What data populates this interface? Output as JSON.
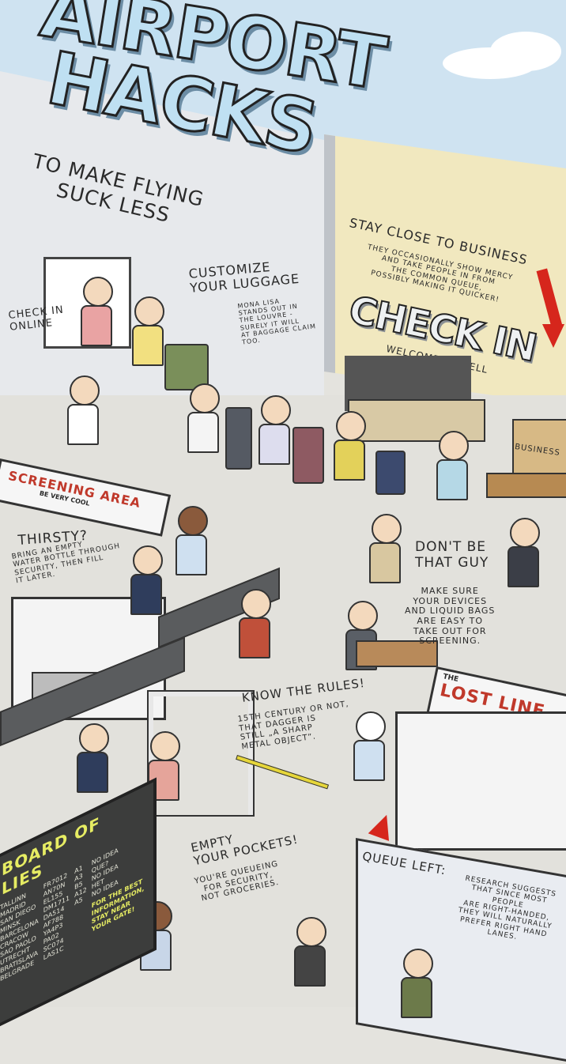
{
  "title": {
    "line1": "AIRPORT",
    "line2": "HACKS",
    "subtitle": "TO MAKE FLYING\nSUCK LESS"
  },
  "tips": {
    "check_in_online": "CHECK IN\nONLINE",
    "customize_luggage": {
      "heading": "CUSTOMIZE\nYOUR LUGGAGE",
      "body": "MONA LISA\nSTANDS OUT IN\nTHE LOUVRE -\nSURELY IT WILL\nAT BAGGAGE CLAIM\nTOO."
    },
    "stay_close": {
      "heading": "STAY CLOSE TO BUSINESS",
      "body": "THEY OCCASIONALLY SHOW MERCY\nAND TAKE PEOPLE IN FROM\nTHE COMMON QUEUE,\nPOSSIBLY MAKING IT QUICKER!"
    },
    "thirsty": {
      "heading": "THIRSTY?",
      "body": "BRING AN EMPTY\nWATER BOTTLE THROUGH\nSECURITY, THEN FILL\nIT LATER."
    },
    "dont_be_that_guy": {
      "heading": "DON'T BE\nTHAT GUY",
      "body": "MAKE SURE\nYOUR DEVICES\nAND LIQUID BAGS\nARE EASY TO\nTAKE OUT FOR\nSCREENING."
    },
    "know_the_rules": {
      "heading": "KNOW THE RULES!",
      "body": "15TH CENTURY OR NOT,\nTHAT DAGGER IS\nSTILL „A SHARP\nMETAL OBJECT”."
    },
    "empty_pockets": {
      "heading": "EMPTY\nYOUR POCKETS!",
      "body": "YOU'RE QUEUEING\nFOR SECURITY,\nNOT GROCERIES."
    },
    "queue_left": {
      "heading": "QUEUE LEFT:",
      "body": "RESEARCH SUGGESTS\nTHAT SINCE MOST PEOPLE\nARE RIGHT-HANDED,\nTHEY WILL NATURALLY\nPREFER RIGHT HAND\nLANES."
    }
  },
  "signs": {
    "check_in": "CHECK IN",
    "welcome": "WELCOME TO HELL",
    "business": "BUSINESS",
    "screening": "SCREENING AREA",
    "screening_sub": "BE VERY COOL",
    "lost_line_the": "THE",
    "lost_line": "LOST LINE"
  },
  "board": {
    "title": "BOARD OF LIES",
    "cities": [
      "TALLINN",
      "MADRID",
      "SAN DIEGO",
      "MINSK",
      "BARCELONA",
      "CRACOW",
      "SAO PAOLO",
      "UTRECHT",
      "BRATISLAVA",
      "BELGRADE"
    ],
    "flights": [
      "FR7012",
      "AN70N",
      "EL155",
      "DM1711",
      "DA514",
      "AF788",
      "YA4P3",
      "PA02",
      "SC074",
      "LAS1C"
    ],
    "gates": [
      "A1",
      "A3",
      "B5",
      "A12",
      "A5"
    ],
    "status": [
      "NO IDEA",
      "QUE?",
      "NO IDEA",
      "HET",
      "NO IDEA"
    ],
    "note": "FOR THE BEST\nINFORMATION,\nSTAY NEAR\nYOUR GATE!"
  },
  "colors": {
    "title": "#bfe0f2",
    "arrow": "#d6261c",
    "board_text": "#e6ec63",
    "right_wall": "#f1e8bf",
    "sky": "#cfe3f1"
  }
}
